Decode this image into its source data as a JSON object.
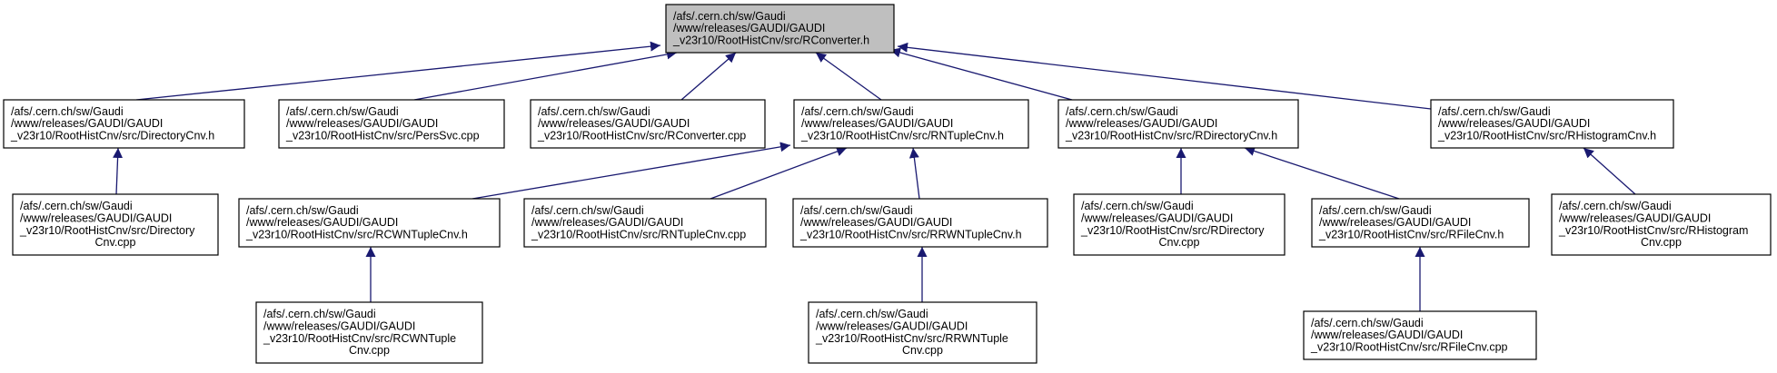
{
  "colors": {
    "edge": "#191970",
    "node_border": "#000000",
    "node_fill": "#ffffff",
    "root_fill": "#bfbfbf"
  },
  "nodes": [
    {
      "id": "rconverter_h",
      "root": true,
      "lines": [
        "/afs/.cern.ch/sw/Gaudi",
        "/www/releases/GAUDI/GAUDI",
        "_v23r10/RootHistCnv/src/RConverter.h"
      ]
    },
    {
      "id": "directorycnv_h",
      "lines": [
        "/afs/.cern.ch/sw/Gaudi",
        "/www/releases/GAUDI/GAUDI",
        "_v23r10/RootHistCnv/src/DirectoryCnv.h"
      ]
    },
    {
      "id": "perssvc_cpp",
      "lines": [
        "/afs/.cern.ch/sw/Gaudi",
        "/www/releases/GAUDI/GAUDI",
        "_v23r10/RootHistCnv/src/PersSvc.cpp"
      ]
    },
    {
      "id": "rconverter_cpp",
      "lines": [
        "/afs/.cern.ch/sw/Gaudi",
        "/www/releases/GAUDI/GAUDI",
        "_v23r10/RootHistCnv/src/RConverter.cpp"
      ]
    },
    {
      "id": "rntuplecnv_h",
      "lines": [
        "/afs/.cern.ch/sw/Gaudi",
        "/www/releases/GAUDI/GAUDI",
        "_v23r10/RootHistCnv/src/RNTupleCnv.h"
      ]
    },
    {
      "id": "rdirectorycnv_h",
      "lines": [
        "/afs/.cern.ch/sw/Gaudi",
        "/www/releases/GAUDI/GAUDI",
        "_v23r10/RootHistCnv/src/RDirectoryCnv.h"
      ]
    },
    {
      "id": "rhistogramcnv_h",
      "lines": [
        "/afs/.cern.ch/sw/Gaudi",
        "/www/releases/GAUDI/GAUDI",
        "_v23r10/RootHistCnv/src/RHistogramCnv.h"
      ]
    },
    {
      "id": "directorycnv_cpp",
      "lines": [
        "/afs/.cern.ch/sw/Gaudi",
        "/www/releases/GAUDI/GAUDI",
        "_v23r10/RootHistCnv/src/Directory",
        "Cnv.cpp"
      ]
    },
    {
      "id": "rcwntuplecnv_h",
      "lines": [
        "/afs/.cern.ch/sw/Gaudi",
        "/www/releases/GAUDI/GAUDI",
        "_v23r10/RootHistCnv/src/RCWNTupleCnv.h"
      ]
    },
    {
      "id": "rntuplecnv_cpp",
      "lines": [
        "/afs/.cern.ch/sw/Gaudi",
        "/www/releases/GAUDI/GAUDI",
        "_v23r10/RootHistCnv/src/RNTupleCnv.cpp"
      ]
    },
    {
      "id": "rrwntuplecnv_h",
      "lines": [
        "/afs/.cern.ch/sw/Gaudi",
        "/www/releases/GAUDI/GAUDI",
        "_v23r10/RootHistCnv/src/RRWNTupleCnv.h"
      ]
    },
    {
      "id": "rdirectorycnv_cpp",
      "lines": [
        "/afs/.cern.ch/sw/Gaudi",
        "/www/releases/GAUDI/GAUDI",
        "_v23r10/RootHistCnv/src/RDirectory",
        "Cnv.cpp"
      ]
    },
    {
      "id": "rfilecnv_h",
      "lines": [
        "/afs/.cern.ch/sw/Gaudi",
        "/www/releases/GAUDI/GAUDI",
        "_v23r10/RootHistCnv/src/RFileCnv.h"
      ]
    },
    {
      "id": "rhistogramcnv_cpp",
      "lines": [
        "/afs/.cern.ch/sw/Gaudi",
        "/www/releases/GAUDI/GAUDI",
        "_v23r10/RootHistCnv/src/RHistogram",
        "Cnv.cpp"
      ]
    },
    {
      "id": "rcwntuplecnv_cpp",
      "lines": [
        "/afs/.cern.ch/sw/Gaudi",
        "/www/releases/GAUDI/GAUDI",
        "_v23r10/RootHistCnv/src/RCWNTuple",
        "Cnv.cpp"
      ]
    },
    {
      "id": "rrwntuplecnv_cpp",
      "lines": [
        "/afs/.cern.ch/sw/Gaudi",
        "/www/releases/GAUDI/GAUDI",
        "_v23r10/RootHistCnv/src/RRWNTuple",
        "Cnv.cpp"
      ]
    },
    {
      "id": "rfilecnv_cpp",
      "lines": [
        "/afs/.cern.ch/sw/Gaudi",
        "/www/releases/GAUDI/GAUDI",
        "_v23r10/RootHistCnv/src/RFileCnv.cpp"
      ]
    }
  ],
  "edges": [
    {
      "from": "directorycnv_h",
      "to": "rconverter_h"
    },
    {
      "from": "perssvc_cpp",
      "to": "rconverter_h"
    },
    {
      "from": "rconverter_cpp",
      "to": "rconverter_h"
    },
    {
      "from": "rntuplecnv_h",
      "to": "rconverter_h"
    },
    {
      "from": "rdirectorycnv_h",
      "to": "rconverter_h"
    },
    {
      "from": "rhistogramcnv_h",
      "to": "rconverter_h"
    },
    {
      "from": "directorycnv_cpp",
      "to": "directorycnv_h"
    },
    {
      "from": "rcwntuplecnv_h",
      "to": "rntuplecnv_h"
    },
    {
      "from": "rntuplecnv_cpp",
      "to": "rntuplecnv_h"
    },
    {
      "from": "rrwntuplecnv_h",
      "to": "rntuplecnv_h"
    },
    {
      "from": "rdirectorycnv_cpp",
      "to": "rdirectorycnv_h"
    },
    {
      "from": "rfilecnv_h",
      "to": "rdirectorycnv_h"
    },
    {
      "from": "rhistogramcnv_cpp",
      "to": "rhistogramcnv_h"
    },
    {
      "from": "rcwntuplecnv_cpp",
      "to": "rcwntuplecnv_h"
    },
    {
      "from": "rrwntuplecnv_cpp",
      "to": "rrwntuplecnv_h"
    },
    {
      "from": "rfilecnv_cpp",
      "to": "rfilecnv_h"
    }
  ]
}
